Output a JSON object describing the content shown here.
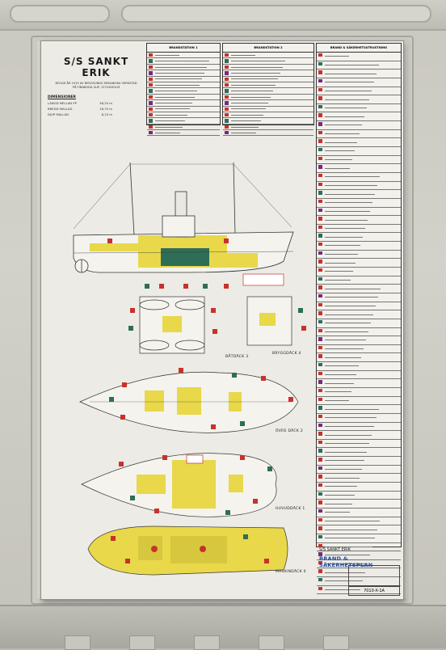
{
  "poster": {
    "title": "S/S SANKT ERIK",
    "subtitle_lines": [
      "BYGGD ÅR 1915 AV BERGSUNDS MEKANISKA VERKSTAD",
      "PÅ FINNBODA SLIP, STOCKHOLM"
    ],
    "dimensions_heading": "DIMENSIONER",
    "dimensions": [
      {
        "label": "LÄNGD MELLAN PP",
        "value": "58,20 m"
      },
      {
        "label": "BREDD MALLAD",
        "value": "16,70 m"
      },
      {
        "label": "DJUP MALLAD",
        "value": "8,15 m"
      }
    ],
    "legend_headers": [
      "BRANDSTATION 1",
      "BRANDSTATION 2",
      "BRAND & SÄKERHETSUTRUSTNING"
    ],
    "deck_labels": [
      "BÅTDÄCK 3",
      "BRYGGDÄCK 4",
      "ÖVRE DÄCK 2",
      "HUVUDDÄCK 1",
      "MASKINDÄCK 0"
    ],
    "footer_ship": "S/S SANKT ERIK",
    "footer_title": "BRAND & SÄKERHETSPLAN",
    "drawing_code": "7010-X-1A"
  },
  "colors": {
    "poster_bg": "#ecebe6",
    "zone_yellow": "#e8d84a",
    "zone_green": "#2f6d57",
    "symbol_red": "#c8322b",
    "line_dark": "#333333",
    "brand_blue": "#1c4a99"
  }
}
